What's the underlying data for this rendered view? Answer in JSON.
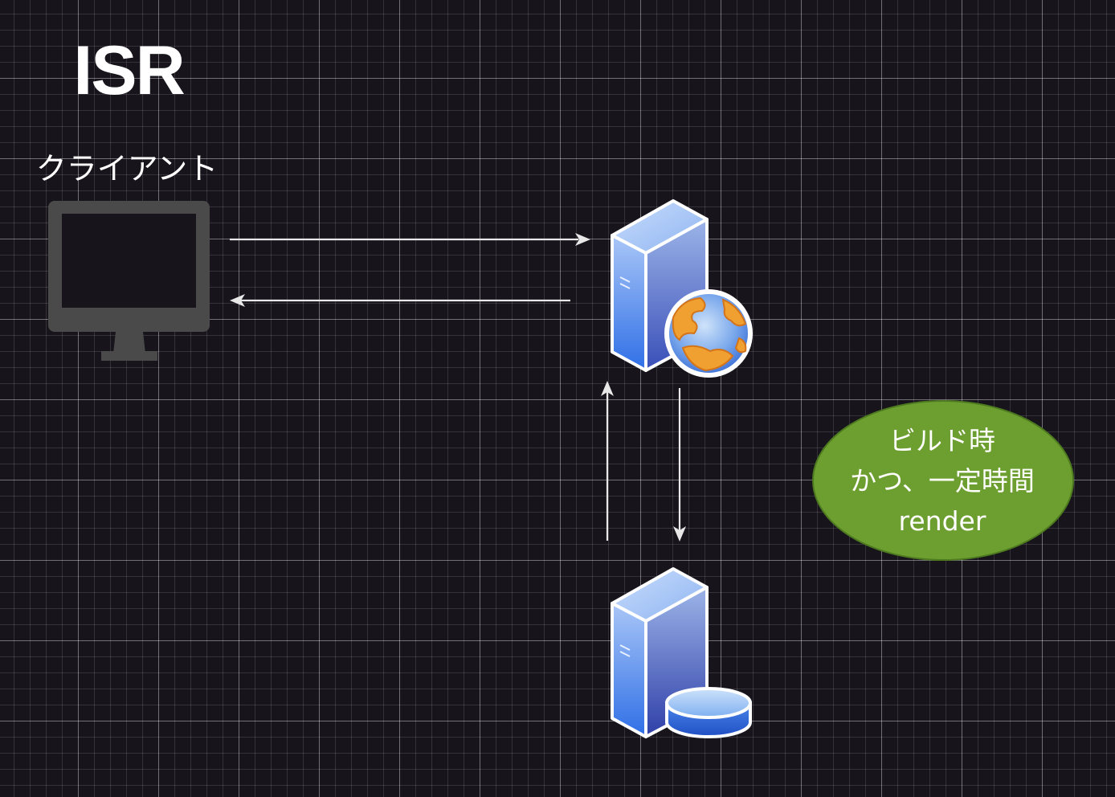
{
  "diagram": {
    "title": "ISR",
    "client": {
      "label": "クライアント",
      "icon": "monitor-icon"
    },
    "web_server": {
      "icon": "web-server-icon"
    },
    "database_server": {
      "icon": "database-server-icon"
    },
    "note": {
      "lines": [
        "ビルド時",
        "かつ、一定時間",
        "render"
      ],
      "fill": "#6d9e30",
      "stroke": "#4d7a1f"
    },
    "colors": {
      "background": "#17141c",
      "arrow": "#e8e8e8",
      "monitor": "#4a4a4a",
      "server_blue": "#3a72e0",
      "globe_orange": "#f0a030"
    }
  }
}
